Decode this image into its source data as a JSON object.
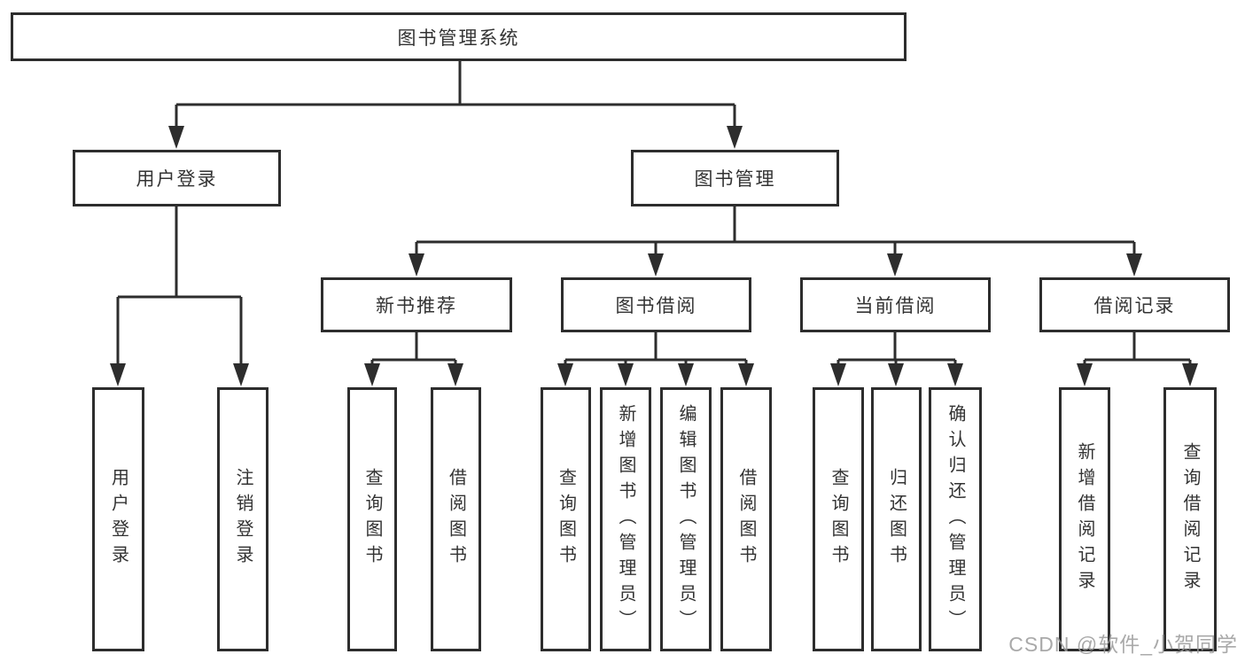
{
  "diagram": {
    "type": "hierarchy-tree",
    "watermark": "CSDN @软件_小贺同学",
    "colors": {
      "line": "#2d2d2d",
      "text": "#333333",
      "background": "#ffffff",
      "watermark": "#9b9b9b"
    },
    "tree": {
      "label": "图书管理系统",
      "children": [
        {
          "label": "用户登录",
          "children": [
            {
              "label": "用户登录"
            },
            {
              "label": "注销登录"
            }
          ]
        },
        {
          "label": "图书管理",
          "children": [
            {
              "label": "新书推荐",
              "children": [
                {
                  "label": "查询图书"
                },
                {
                  "label": "借阅图书"
                }
              ]
            },
            {
              "label": "图书借阅",
              "children": [
                {
                  "label": "查询图书"
                },
                {
                  "label": "新增图书（管理员）"
                },
                {
                  "label": "编辑图书（管理员）"
                },
                {
                  "label": "借阅图书"
                }
              ]
            },
            {
              "label": "当前借阅",
              "children": [
                {
                  "label": "查询图书"
                },
                {
                  "label": "归还图书"
                },
                {
                  "label": "确认归还（管理员）"
                }
              ]
            },
            {
              "label": "借阅记录",
              "children": [
                {
                  "label": "新增借阅记录"
                },
                {
                  "label": "查询借阅记录"
                }
              ]
            }
          ]
        }
      ]
    }
  }
}
